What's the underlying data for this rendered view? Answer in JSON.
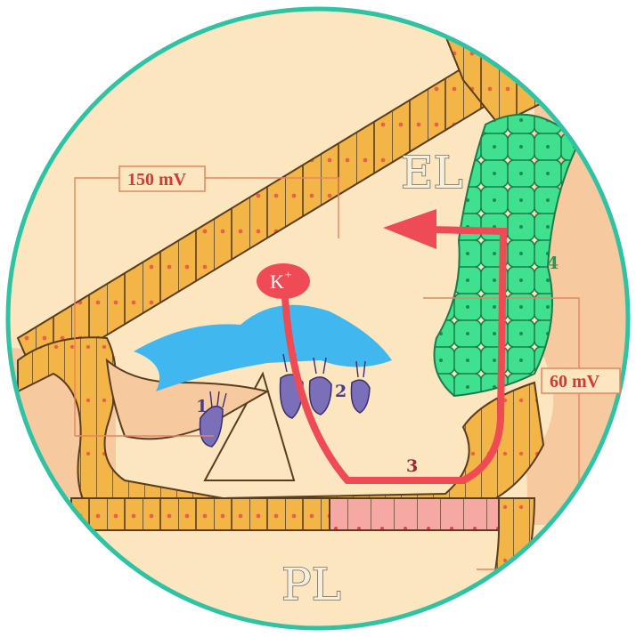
{
  "labels": {
    "endolymph": "EL",
    "perilymph": "PL",
    "endocochlear_potential": "150 mV",
    "endolymph_potential": "60 mV",
    "potassium_ion": "K",
    "potassium_charge": "+",
    "num_1": "1",
    "num_2": "2",
    "num_3": "3",
    "num_4": "4"
  },
  "colors": {
    "ring": "#2fc3a4",
    "background": "#fbe6c0",
    "tissue": "#f6c99e",
    "cell_fill": "#f3b545",
    "cell_outline": "#5a3d1e",
    "stria": "#3fe08e",
    "membrane": "#40b8ef",
    "hair_cell": "#7a6fb8",
    "pink_cells": "#f5a8a4",
    "arrow": "#ef4b55",
    "label_red": "#d33a35"
  }
}
